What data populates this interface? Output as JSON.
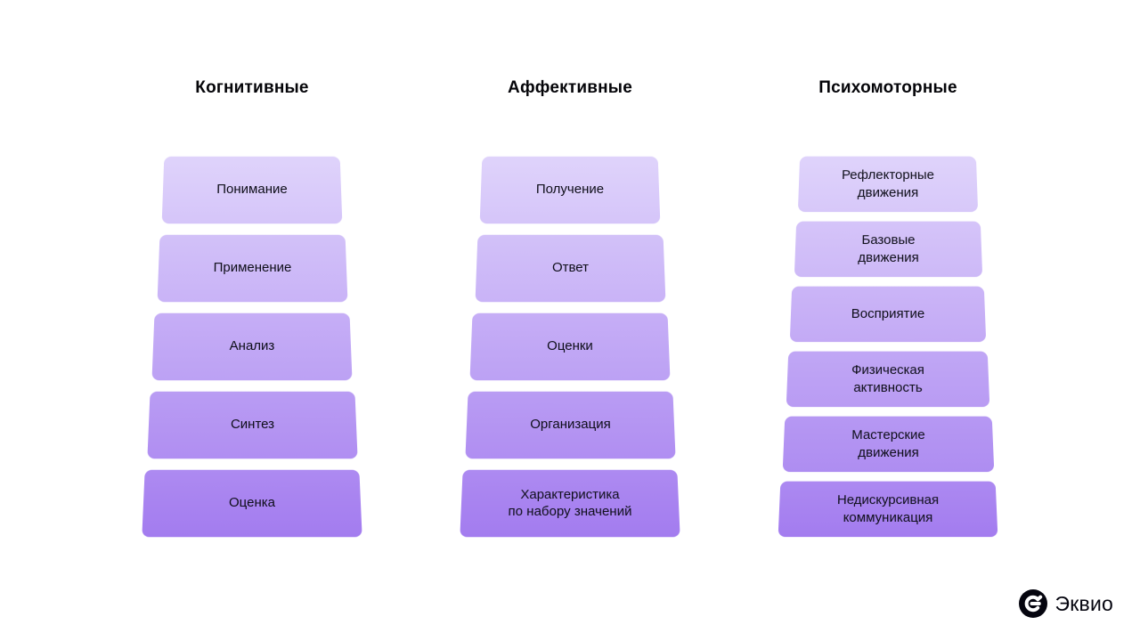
{
  "palette": {
    "background": "#ffffff",
    "header_text": "#050509",
    "block_text": "#0d0d18",
    "gradient_start": "#dfd3fb",
    "gradient_end": "#a37cef",
    "logo_color": "#05050f"
  },
  "columns": [
    {
      "id": "cognitive",
      "title": "Когнитивные",
      "levels": [
        {
          "label": "Понимание",
          "color_top": "#dfd3fb",
          "color_bottom": "#d5c5f9"
        },
        {
          "label": "Применение",
          "color_top": "#d2c1f8",
          "color_bottom": "#c9b3f7"
        },
        {
          "label": "Анализ",
          "color_top": "#c6aef6",
          "color_bottom": "#bca1f4"
        },
        {
          "label": "Синтез",
          "color_top": "#b99cf3",
          "color_bottom": "#b08ef2"
        },
        {
          "label": "Оценка",
          "color_top": "#ad8af1",
          "color_bottom": "#a37cef"
        }
      ]
    },
    {
      "id": "affective",
      "title": "Аффективные",
      "levels": [
        {
          "label": "Получение",
          "color_top": "#dfd3fb",
          "color_bottom": "#d5c5f9"
        },
        {
          "label": "Ответ",
          "color_top": "#d2c1f8",
          "color_bottom": "#c9b3f7"
        },
        {
          "label": "Оценки",
          "color_top": "#c6aef6",
          "color_bottom": "#bca1f4"
        },
        {
          "label": "Организация",
          "color_top": "#b99cf3",
          "color_bottom": "#b08ef2"
        },
        {
          "label": "Характеристика\nпо набору значений",
          "color_top": "#ad8af1",
          "color_bottom": "#a37cef"
        }
      ]
    },
    {
      "id": "psychomotor",
      "title": "Психомоторные",
      "levels": [
        {
          "label": "Рефлекторные\nдвижения",
          "color_top": "#dfd3fb",
          "color_bottom": "#d7c8f9"
        },
        {
          "label": "Базовые\nдвижения",
          "color_top": "#d5c4f9",
          "color_bottom": "#cdb9f7"
        },
        {
          "label": "Восприятие",
          "color_top": "#cbb5f7",
          "color_bottom": "#c3aaf5"
        },
        {
          "label": "Физическая\nактивность",
          "color_top": "#c0a7f5",
          "color_bottom": "#b99bf3"
        },
        {
          "label": "Мастерские\nдвижения",
          "color_top": "#b698f3",
          "color_bottom": "#ae8df1"
        },
        {
          "label": "Недискурсивная\nкоммуникация",
          "color_top": "#ac89f1",
          "color_bottom": "#a37cef"
        }
      ]
    }
  ],
  "logo": {
    "text": "Эквио",
    "icon": "ekvio-logo-icon",
    "color": "#05050f"
  }
}
